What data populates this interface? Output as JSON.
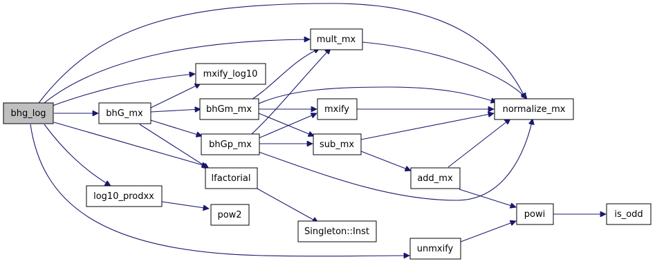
{
  "nodes": {
    "bhg_log": "bhg_log",
    "bhG_mx": "bhG_mx",
    "mxify_log10": "mxify_log10",
    "mult_mx": "mult_mx",
    "bhGm_mx": "bhGm_mx",
    "bhGp_mx": "bhGp_mx",
    "mxify": "mxify",
    "sub_mx": "sub_mx",
    "normalize_mx": "normalize_mx",
    "lfactorial": "lfactorial",
    "log10_prodxx": "log10_prodxx",
    "pow2": "pow2",
    "singleton_inst": "Singleton::Inst",
    "add_mx": "add_mx",
    "powi": "powi",
    "is_odd": "is_odd",
    "unmxify": "unmxify"
  },
  "colors": {
    "edge": "#191970",
    "root_fill": "#bfbfbf",
    "node_fill": "#ffffff",
    "node_border": "#000000"
  }
}
